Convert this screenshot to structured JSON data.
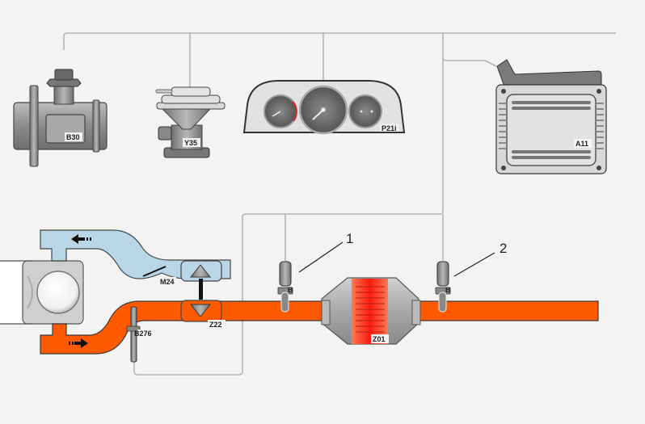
{
  "diagram": {
    "title": "Exhaust gas aftertreatment system overview",
    "colors": {
      "background": "#f3f3f3",
      "exhaust": "#ff5a00",
      "intake": "#b9d6e6",
      "component_grey": "#9a9a9a",
      "wire": "#a0a0a0",
      "catalyst_core": "#ff2a10"
    },
    "components": {
      "maf_sensor": {
        "label": "B30"
      },
      "egr_valve": {
        "label": "Y35"
      },
      "instrument_cluster": {
        "label": "P21i"
      },
      "ecu": {
        "label": "A11"
      },
      "throttle": {
        "label": "M24"
      },
      "turbocharger": {
        "label": "Z22"
      },
      "exhaust_temp_sensor": {
        "label": "B276"
      },
      "catalytic_converter": {
        "label": "Z01"
      },
      "sensor_upstream": {
        "label": "B",
        "callout": "1"
      },
      "sensor_downstream": {
        "label": "B",
        "callout": "2"
      }
    }
  }
}
